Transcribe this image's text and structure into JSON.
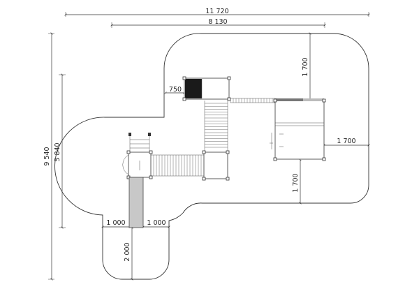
{
  "dimensions": {
    "overall_width": "11 720",
    "inner_width": "8 130",
    "overall_height": "9 540",
    "inner_height": "5 840",
    "top_clearance": "1 700",
    "right_clearance": "1 700",
    "bottom_clearance": "1 700",
    "deck_width": "750",
    "slide_left": "1 000",
    "slide_right": "1 000",
    "slide_exit": "2 000"
  },
  "colors": {
    "line": "#333333",
    "deck_solid": "#1a1a1a",
    "slide_fill": "#c8c8c8"
  }
}
